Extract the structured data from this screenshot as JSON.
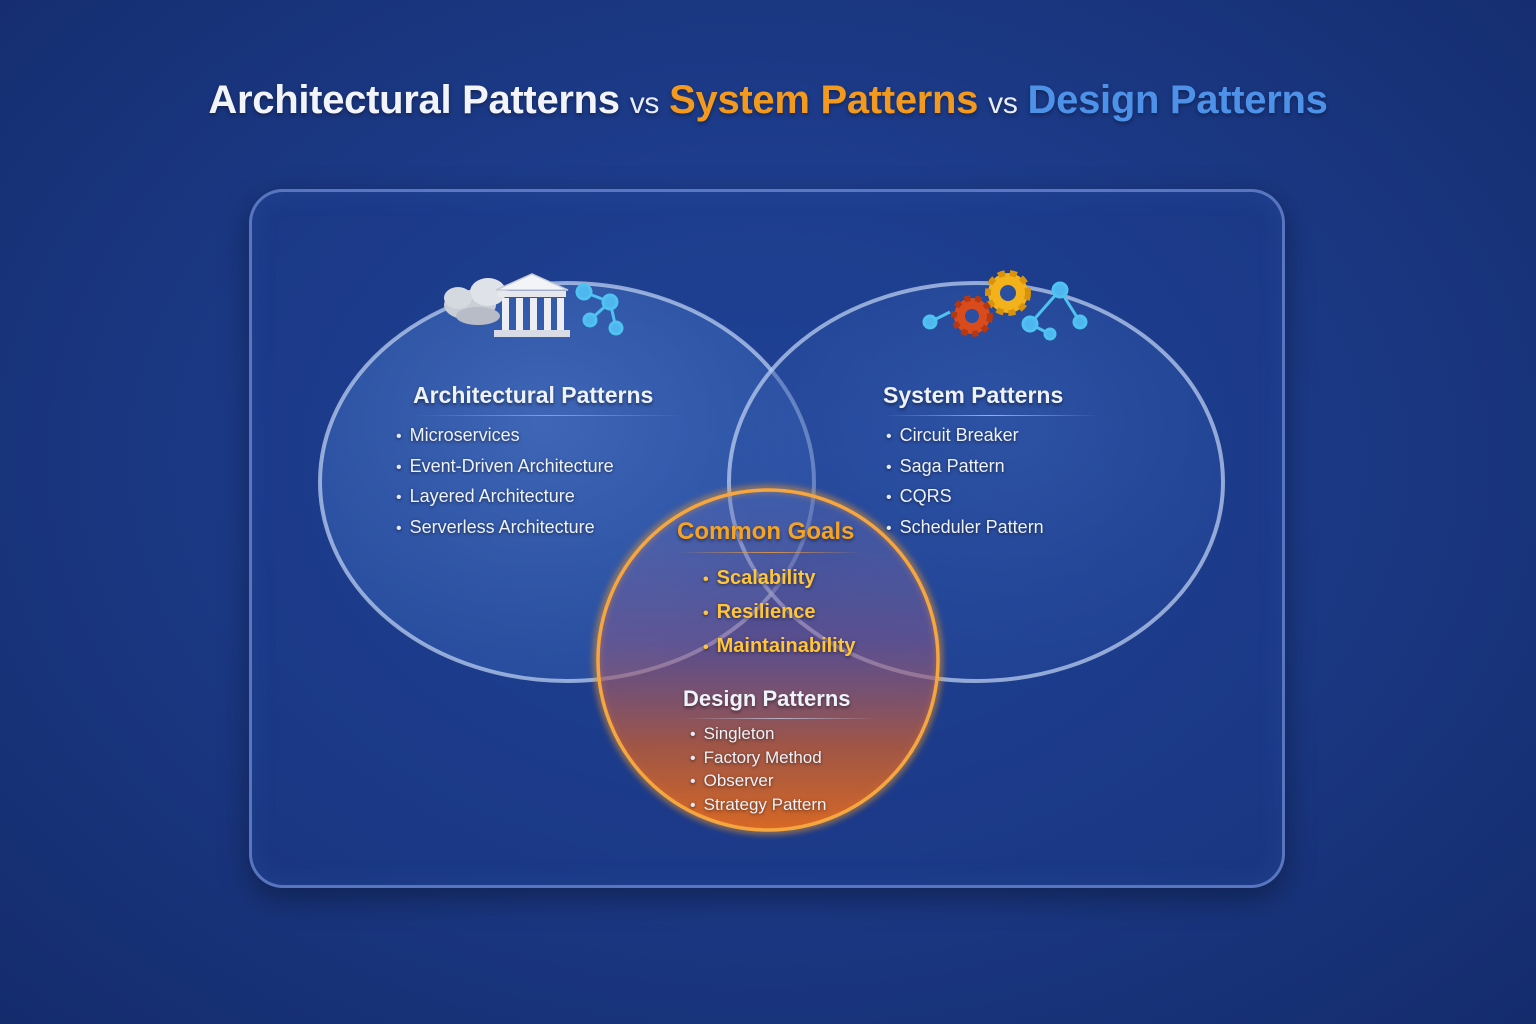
{
  "title": {
    "part1": "Architectural Patterns",
    "vs1": "vs",
    "part2": "System Patterns",
    "vs2": "vs",
    "part3": "Design Patterns"
  },
  "colors": {
    "background": "#1c3a88",
    "architectural": "#f2f4fa",
    "system": "#f39a1e",
    "design": "#4d92e8",
    "goals": "#ffc53a"
  },
  "architectural": {
    "heading": "Architectural Patterns",
    "icons": [
      "cloud-icon",
      "building-icon",
      "network-icon"
    ],
    "items": [
      "Microservices",
      "Event-Driven Architecture",
      "Layered Architecture",
      "Serverless Architecture"
    ]
  },
  "system": {
    "heading": "System Patterns",
    "icons": [
      "gears-icon",
      "network-icon"
    ],
    "items": [
      "Circuit Breaker",
      "Saga Pattern",
      "CQRS",
      "Scheduler Pattern"
    ]
  },
  "common_goals": {
    "heading": "Common Goals",
    "items": [
      "Scalability",
      "Resilience",
      "Maintainability"
    ]
  },
  "design": {
    "heading": "Design Patterns",
    "items": [
      "Singleton",
      "Factory Method",
      "Observer",
      "Strategy Pattern"
    ]
  }
}
